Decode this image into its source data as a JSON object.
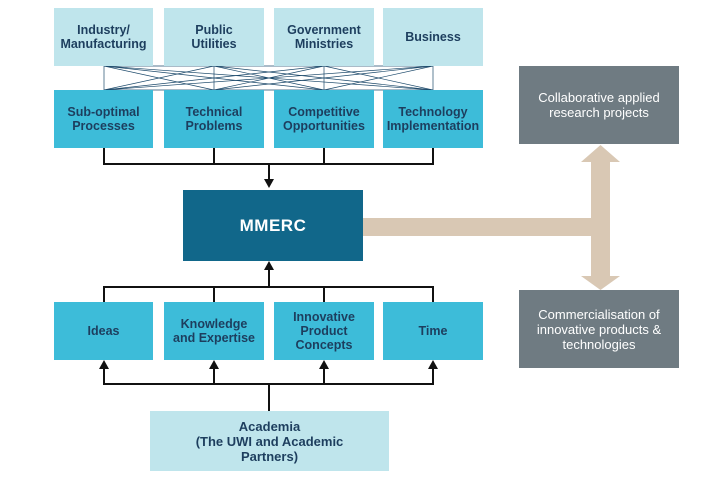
{
  "top_row": [
    {
      "label": "Industry/\nManufacturing"
    },
    {
      "label": "Public\nUtilities"
    },
    {
      "label": "Government\nMinistries"
    },
    {
      "label": "Business"
    }
  ],
  "problem_row": [
    {
      "label": "Sub-optimal\nProcesses"
    },
    {
      "label": "Technical\nProblems"
    },
    {
      "label": "Competitive\nOpportunities"
    },
    {
      "label": "Technology\nImplementation"
    }
  ],
  "center": {
    "label": "MMERC"
  },
  "input_row": [
    {
      "label": "Ideas"
    },
    {
      "label": "Knowledge\nand Expertise"
    },
    {
      "label": "Innovative\nProduct\nConcepts"
    },
    {
      "label": "Time"
    }
  ],
  "bottom": {
    "label": "Academia\n(The UWI and Academic\nPartners)"
  },
  "outputs": [
    {
      "label": "Collaborative applied\nresearch projects"
    },
    {
      "label": "Commercialisation of\ninnovative products &\ntechnologies"
    }
  ],
  "colors": {
    "light_box": "#bfe5ec",
    "mid_box": "#3dbcd9",
    "center_box": "#11678a",
    "output_box": "#6f7b82",
    "connector": "#d9c8b4"
  }
}
